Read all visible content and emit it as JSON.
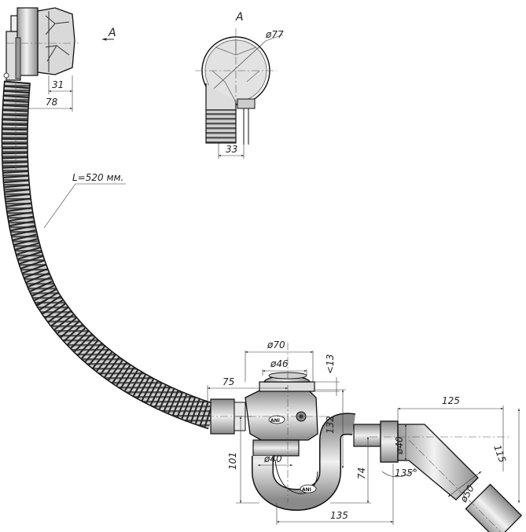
{
  "view_labels": {
    "section_arrow": "A",
    "detail_title": "A"
  },
  "dimensions": {
    "d77": "ø77",
    "d31": "31",
    "d78": "78",
    "d33": "33",
    "hose_length": "L=520 мм.",
    "d70": "ø70",
    "d46": "ø46",
    "d13": "<13",
    "d75": "75",
    "d132": "132",
    "d101": "101",
    "d40a": "ø40",
    "d74": "74",
    "d135": "135",
    "d125": "125",
    "d115": "115",
    "d40b": "ø40",
    "angle135": "135°",
    "d50": "ø50"
  },
  "colors": {
    "line": "#111111",
    "fill_light": "#e6e6e6",
    "fill_mid": "#bdbdbd",
    "fill_dark": "#6a6a6a"
  }
}
